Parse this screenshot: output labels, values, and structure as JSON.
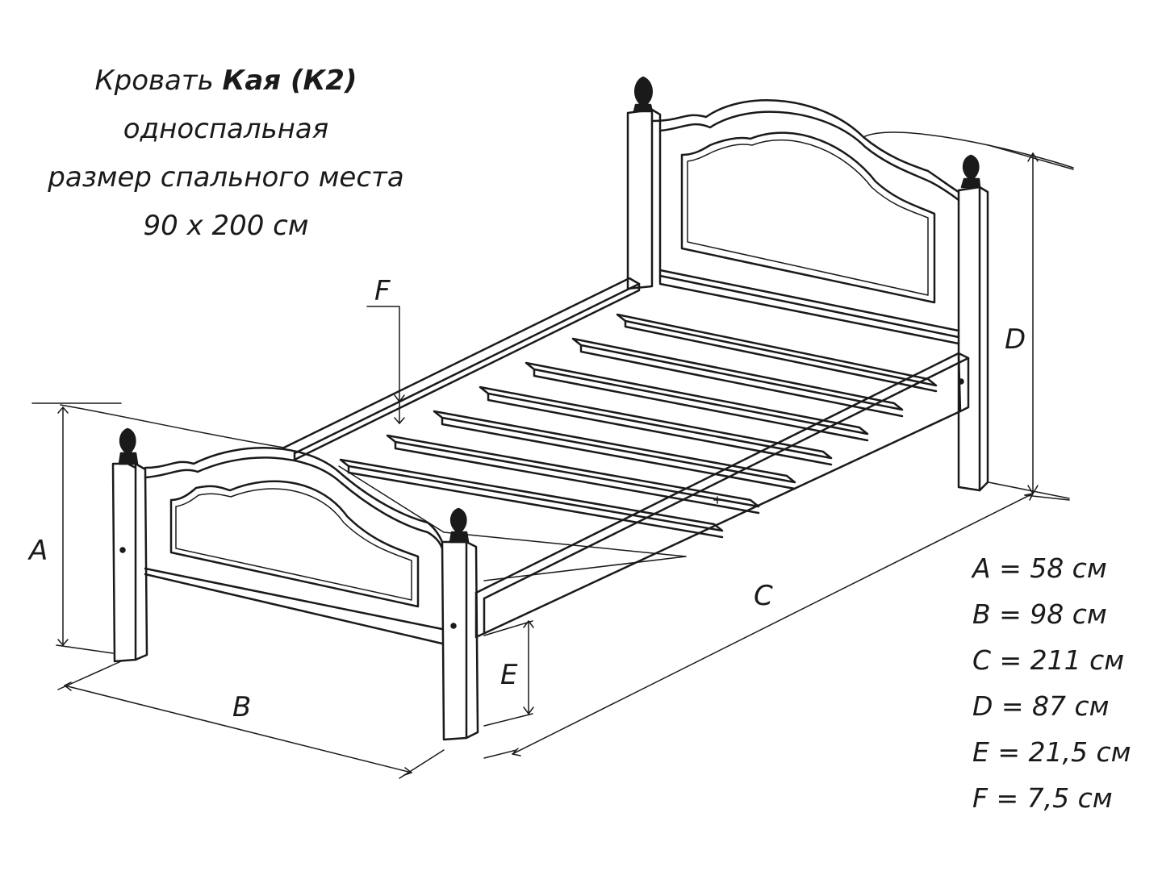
{
  "title": {
    "line1_prefix": "Кровать ",
    "line1_bold": "Кая (К2)",
    "line2": "односпальная",
    "line3": "размер спального места",
    "line4": "90 х 200 см"
  },
  "dimension_labels": {
    "a": "A",
    "b": "B",
    "c": "C",
    "d": "D",
    "e": "E",
    "f": "F"
  },
  "legend": [
    "A = 58 см",
    "B = 98 см",
    "C = 211 см",
    "D = 87 см",
    "E = 21,5 см",
    "F = 7,5 см"
  ],
  "colors": {
    "line": "#1a1a1a",
    "background": "#ffffff"
  }
}
